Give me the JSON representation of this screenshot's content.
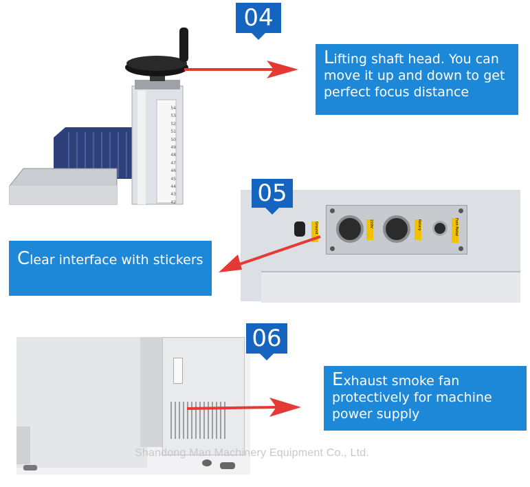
{
  "sections": [
    {
      "badge": "04",
      "caption_first": "L",
      "caption_rest": "ifting shaft head. You can move it up and down to get perfect focus distance"
    },
    {
      "badge": "05",
      "caption_first": "C",
      "caption_rest": "lear interface with stickers",
      "panel_labels": [
        "Ground",
        "220V",
        "Rotary",
        "Foot Pedal"
      ]
    },
    {
      "badge": "06",
      "caption_first": "E",
      "caption_rest": "xhaust smoke fan protectively for machine power supply"
    }
  ],
  "scale_ticks": [
    "54",
    "53",
    "52",
    "51",
    "50",
    "49",
    "48",
    "47",
    "46",
    "45",
    "44",
    "43",
    "42"
  ],
  "watermark": "Shandong Man Machinery Equipment Co., Ltd.",
  "colors": {
    "badge": "#1565c0",
    "callout": "#1e88d8",
    "arrow": "#e53935"
  }
}
